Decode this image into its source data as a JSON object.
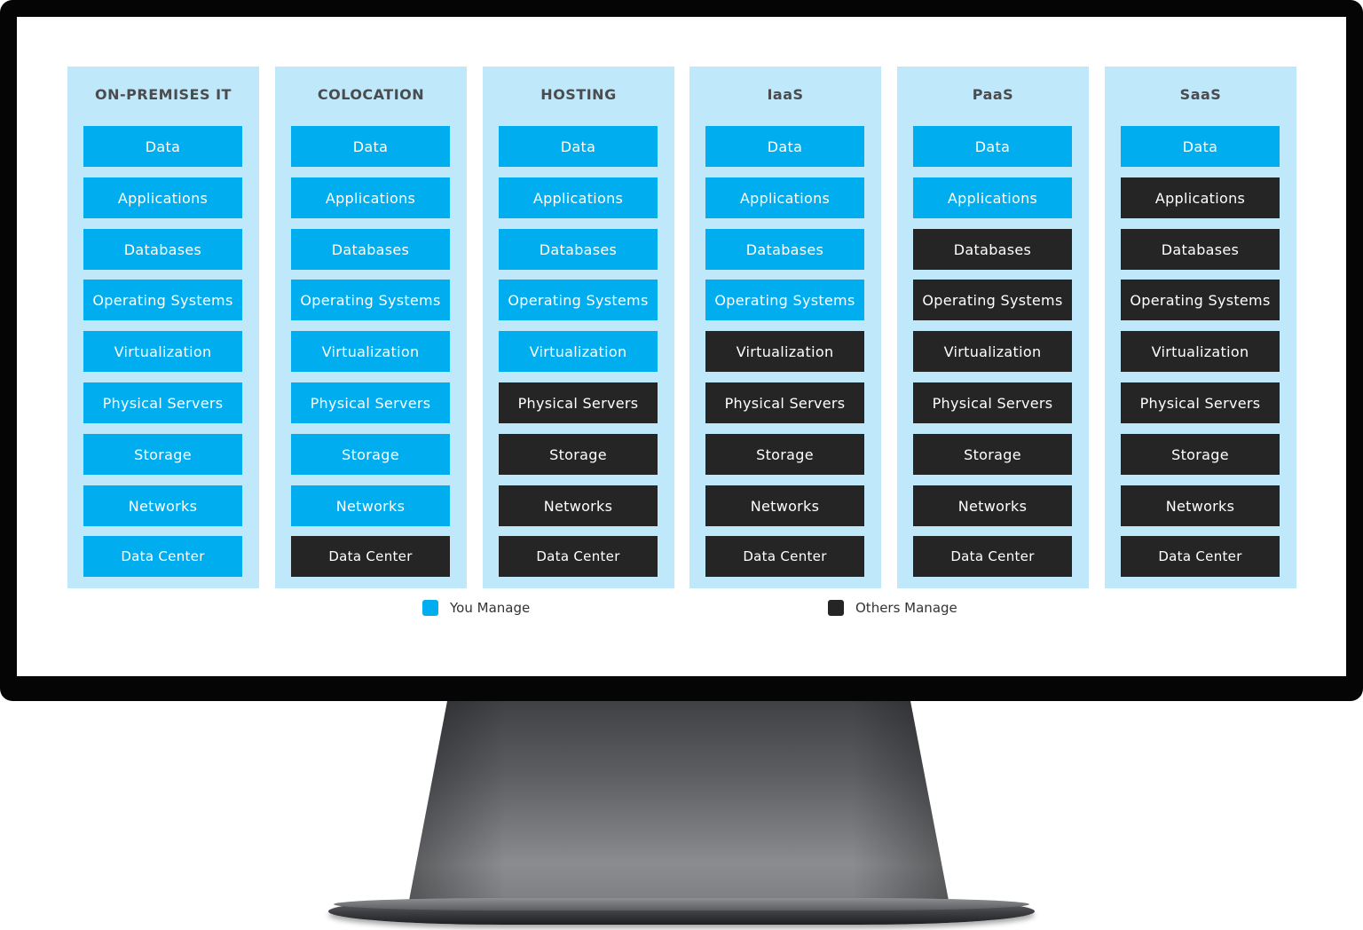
{
  "colors": {
    "you_manage": "#00adef",
    "others_manage": "#252525",
    "column_bg": "#bfe9fb"
  },
  "columns": [
    {
      "title": "ON-PREMISES IT",
      "layers": [
        {
          "label": "Data",
          "manager": "you"
        },
        {
          "label": "Applications",
          "manager": "you"
        },
        {
          "label": "Databases",
          "manager": "you"
        },
        {
          "label": "Operating Systems",
          "manager": "you"
        },
        {
          "label": "Virtualization",
          "manager": "you"
        },
        {
          "label": "Physical Servers",
          "manager": "you"
        },
        {
          "label": "Storage",
          "manager": "you"
        },
        {
          "label": "Networks",
          "manager": "you"
        },
        {
          "label": "Data Center",
          "manager": "you"
        }
      ]
    },
    {
      "title": "COLOCATION",
      "layers": [
        {
          "label": "Data",
          "manager": "you"
        },
        {
          "label": "Applications",
          "manager": "you"
        },
        {
          "label": "Databases",
          "manager": "you"
        },
        {
          "label": "Operating Systems",
          "manager": "you"
        },
        {
          "label": "Virtualization",
          "manager": "you"
        },
        {
          "label": "Physical Servers",
          "manager": "you"
        },
        {
          "label": "Storage",
          "manager": "you"
        },
        {
          "label": "Networks",
          "manager": "you"
        },
        {
          "label": "Data Center",
          "manager": "others"
        }
      ]
    },
    {
      "title": "HOSTING",
      "layers": [
        {
          "label": "Data",
          "manager": "you"
        },
        {
          "label": "Applications",
          "manager": "you"
        },
        {
          "label": "Databases",
          "manager": "you"
        },
        {
          "label": "Operating Systems",
          "manager": "you"
        },
        {
          "label": "Virtualization",
          "manager": "you"
        },
        {
          "label": "Physical Servers",
          "manager": "others"
        },
        {
          "label": "Storage",
          "manager": "others"
        },
        {
          "label": "Networks",
          "manager": "others"
        },
        {
          "label": "Data Center",
          "manager": "others"
        }
      ]
    },
    {
      "title": "IaaS",
      "layers": [
        {
          "label": "Data",
          "manager": "you"
        },
        {
          "label": "Applications",
          "manager": "you"
        },
        {
          "label": "Databases",
          "manager": "you"
        },
        {
          "label": "Operating Systems",
          "manager": "you"
        },
        {
          "label": "Virtualization",
          "manager": "others"
        },
        {
          "label": "Physical Servers",
          "manager": "others"
        },
        {
          "label": "Storage",
          "manager": "others"
        },
        {
          "label": "Networks",
          "manager": "others"
        },
        {
          "label": "Data Center",
          "manager": "others"
        }
      ]
    },
    {
      "title": "PaaS",
      "layers": [
        {
          "label": "Data",
          "manager": "you"
        },
        {
          "label": "Applications",
          "manager": "you"
        },
        {
          "label": "Databases",
          "manager": "others"
        },
        {
          "label": "Operating Systems",
          "manager": "others"
        },
        {
          "label": "Virtualization",
          "manager": "others"
        },
        {
          "label": "Physical Servers",
          "manager": "others"
        },
        {
          "label": "Storage",
          "manager": "others"
        },
        {
          "label": "Networks",
          "manager": "others"
        },
        {
          "label": "Data Center",
          "manager": "others"
        }
      ]
    },
    {
      "title": "SaaS",
      "layers": [
        {
          "label": "Data",
          "manager": "you"
        },
        {
          "label": "Applications",
          "manager": "others"
        },
        {
          "label": "Databases",
          "manager": "others"
        },
        {
          "label": "Operating Systems",
          "manager": "others"
        },
        {
          "label": "Virtualization",
          "manager": "others"
        },
        {
          "label": "Physical Servers",
          "manager": "others"
        },
        {
          "label": "Storage",
          "manager": "others"
        },
        {
          "label": "Networks",
          "manager": "others"
        },
        {
          "label": "Data Center",
          "manager": "others"
        }
      ]
    }
  ],
  "legend": {
    "you_manage": "You Manage",
    "others_manage": "Others Manage"
  }
}
